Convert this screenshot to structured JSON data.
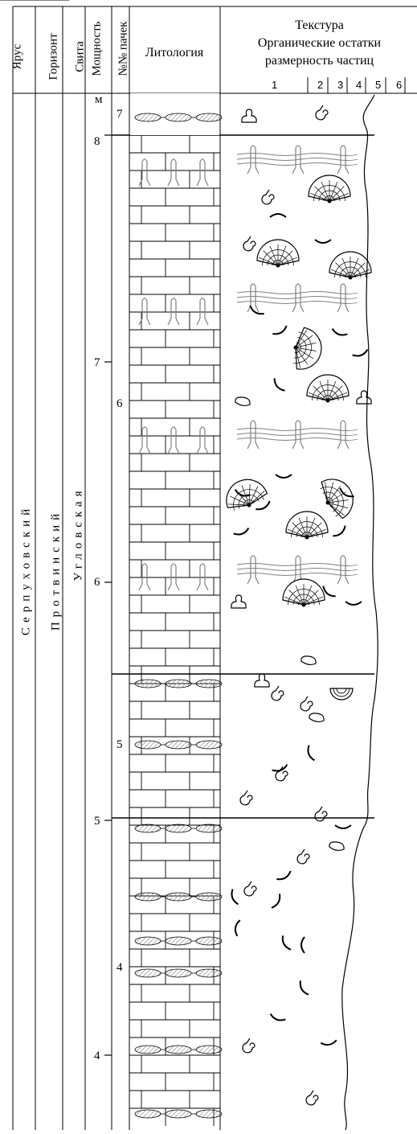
{
  "headers": {
    "stage": "Ярус",
    "horizon": "Горизонт",
    "suite": "Свита",
    "thickness": "Мощность",
    "packs": "№№ пачек",
    "lithology": "Литология",
    "texture_line1": "Текстура",
    "texture_line2": "Органические остатки",
    "texture_line3": "размерность частиц",
    "grain_scale": [
      "1",
      "2",
      "3",
      "4",
      "5",
      "6"
    ]
  },
  "stratigraphy": {
    "stage": "Серпуховский",
    "horizon": "Протвинский",
    "suite": "Угловская"
  },
  "thickness_unit": "м",
  "depth_ticks": [
    "8",
    "7",
    "6",
    "5",
    "4"
  ],
  "packs": [
    {
      "number": "7",
      "rock": "nodular-limestone",
      "fossils": [
        "gastropod",
        "ammonoid"
      ]
    },
    {
      "number": "6",
      "rock": "limestone-with-stigmaria-roots",
      "fossils": [
        "stigmaria",
        "bryozoan-fan",
        "ammonoid",
        "brachiopod-shell",
        "gastropod"
      ]
    },
    {
      "number": "5",
      "rock": "limestone-with-flint-lenses",
      "fossils": [
        "gastropod",
        "ammonoid",
        "bivalve",
        "brachiopod-shell",
        "coral"
      ]
    },
    {
      "number": "4",
      "rock": "limestone-with-flint-nodules",
      "fossils": [
        "ammonoid",
        "brachiopod-shell",
        "bivalve"
      ]
    }
  ],
  "colors": {
    "line": "#000000",
    "hatch": "#9a9a9a",
    "root": "#808080",
    "fill": "#ffffff"
  }
}
